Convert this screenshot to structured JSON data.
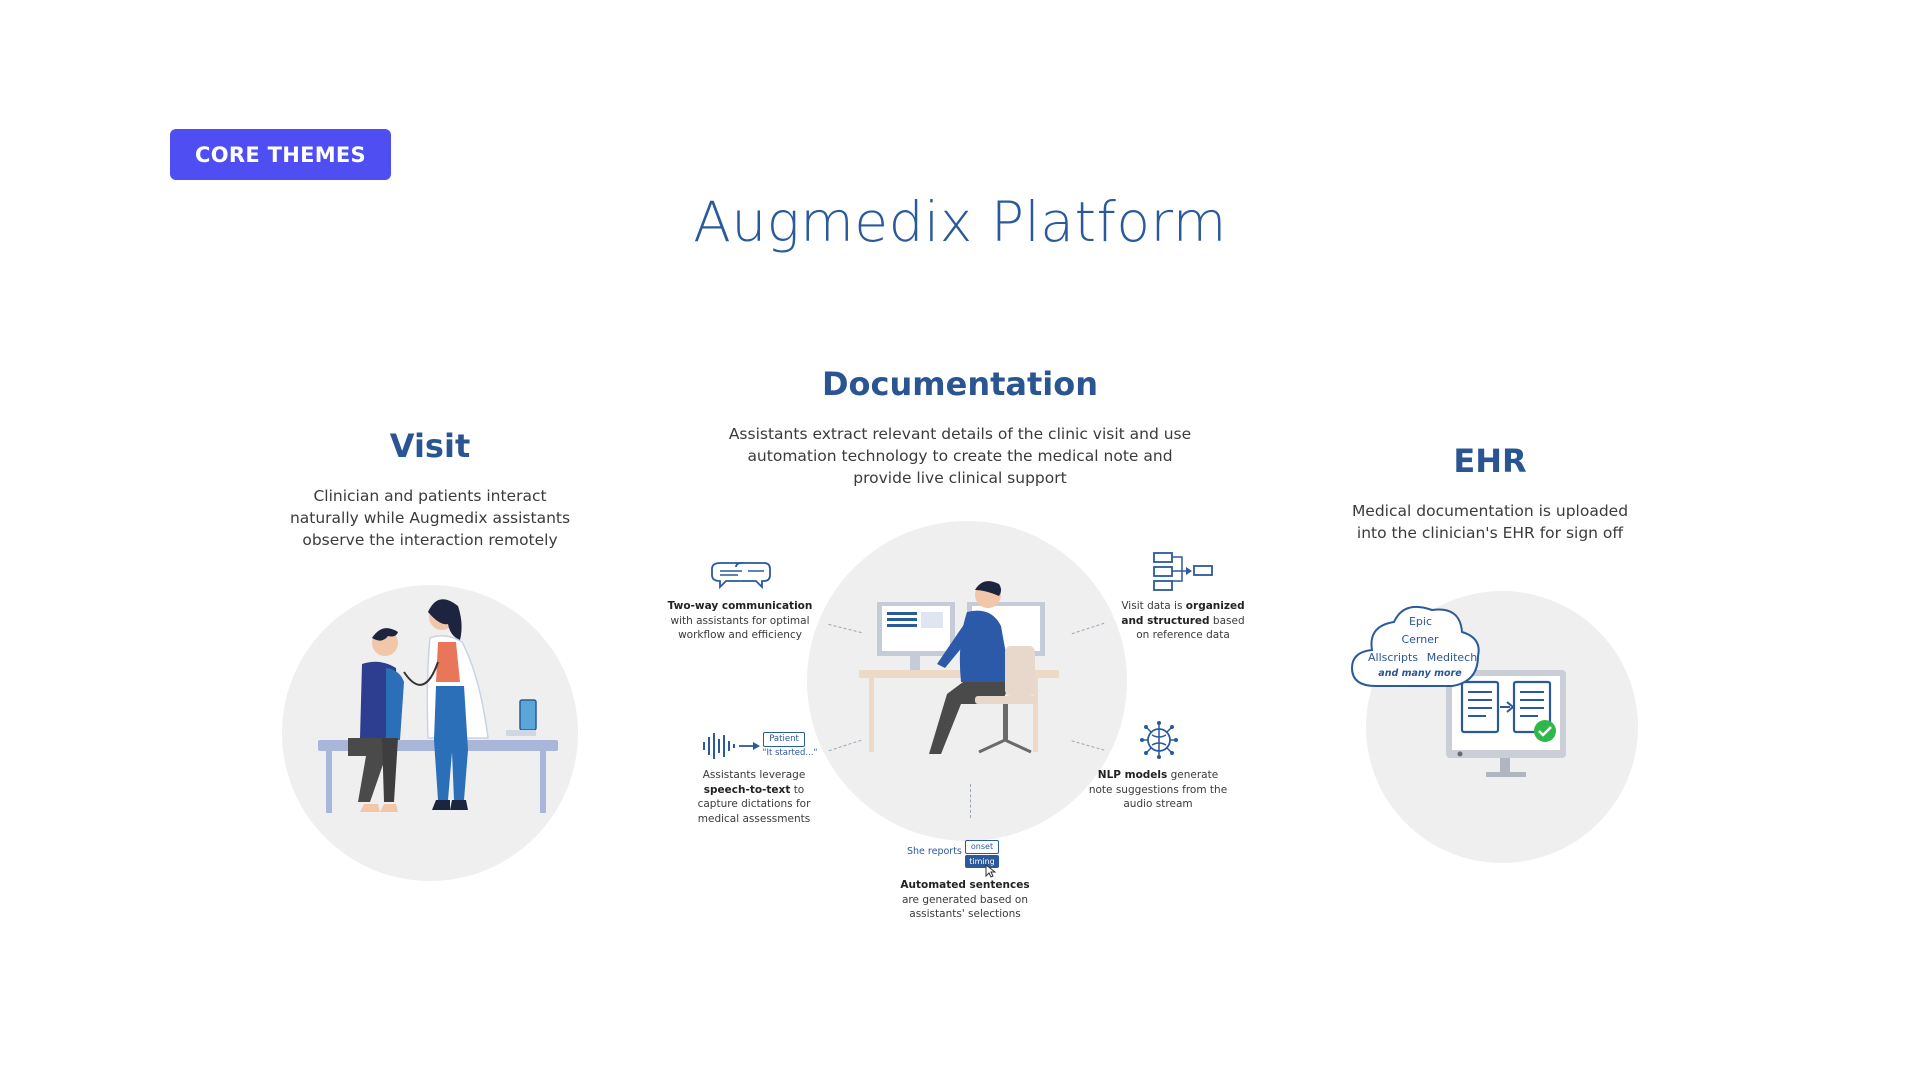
{
  "badge": {
    "label": "CORE THEMES"
  },
  "title": "Augmedix Platform",
  "visit": {
    "heading": "Visit",
    "description": "Clinician and patients interact naturally while Augmedix assistants observe the interaction remotely"
  },
  "documentation": {
    "heading": "Documentation",
    "description": "Assistants extract relevant details of the clinic visit and use automation technology to create the medical note and provide live clinical support",
    "features": {
      "two_way": {
        "bold": "Two-way communication",
        "rest": "with assistants for optimal workflow and efficiency"
      },
      "organized": {
        "pre": "Visit data is",
        "bold": "organized and structured",
        "rest": "based on reference data"
      },
      "speech": {
        "pre": "Assistants leverage",
        "bold": "speech-to-text",
        "rest": "to capture dictations for medical assessments"
      },
      "nlp": {
        "bold": "NLP models",
        "rest": "generate note suggestions from the audio stream"
      },
      "automated": {
        "bold": "Automated sentences",
        "rest": "are generated based on assistants' selections"
      }
    },
    "speech_tags": {
      "patient": "Patient",
      "quote": "\"It started...\""
    },
    "sentence_demo": {
      "text": "She reports",
      "option1": "onset",
      "option2": "timing"
    }
  },
  "ehr": {
    "heading": "EHR",
    "description": "Medical documentation is uploaded into the clinician's EHR for sign off",
    "systems": [
      "Epic",
      "Cerner",
      "Allscripts",
      "Meditech"
    ],
    "more": "and many more ...."
  },
  "colors": {
    "accent": "#4e4ef2",
    "brand": "#2b5592",
    "circle": "#efefef",
    "check": "#2eb84a"
  },
  "icons": {
    "chat": "chat-bubbles-icon",
    "flow": "flowchart-icon",
    "wave": "soundwave-icon",
    "brain": "brain-circuit-icon",
    "cursor": "cursor-icon",
    "check": "check-icon"
  }
}
